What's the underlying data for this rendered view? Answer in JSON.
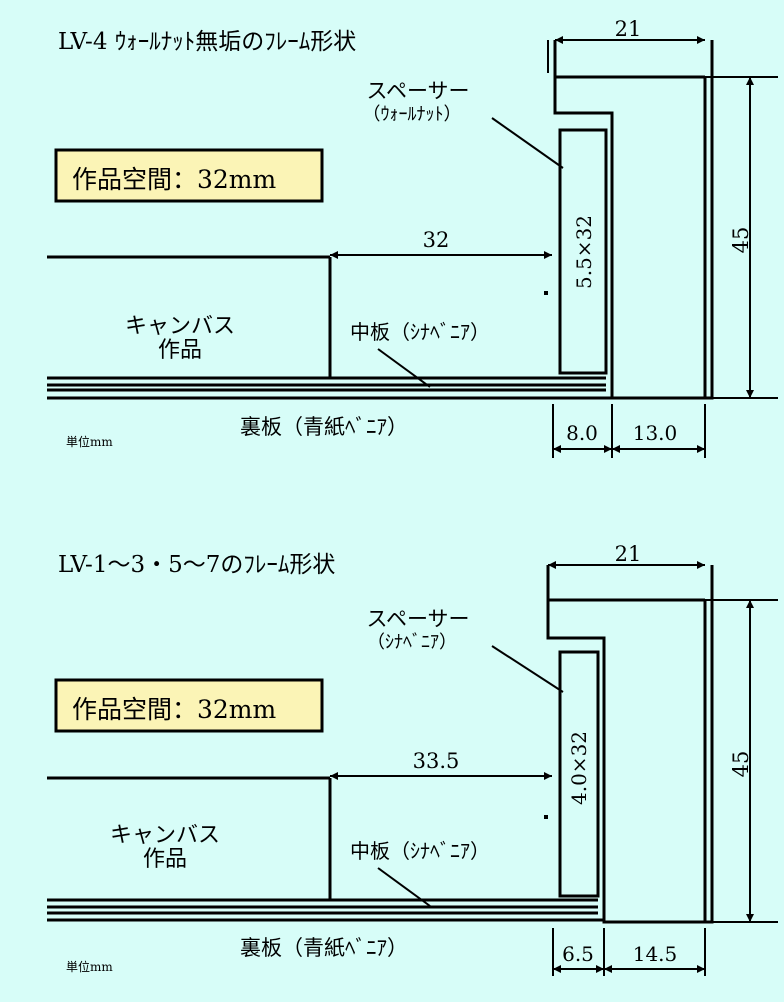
{
  "colors": {
    "background": "#d7fdf8",
    "label_box": "#fbf4b6",
    "stroke": "#000000"
  },
  "diagrams": [
    {
      "title": "LV-4 ｳｫｰﾙﾅｯﾄ無垢のﾌﾚｰﾑ形状",
      "space_label": "作品空間：32mm",
      "top_width": "21",
      "height": "45",
      "spacer_label": "スペーサー",
      "spacer_sub": "（ｳｫｰﾙﾅｯﾄ）",
      "spacer_size": "5.5×32",
      "inner_dim": "32",
      "canvas_label_1": "キャンバス",
      "canvas_label_2": "作品",
      "middle_board": "中板（ｼﾅﾍﾞﾆｱ）",
      "back_board": "裏板（青紙ﾍﾞﾆｱ）",
      "unit": "単位mm",
      "dim_left": "8.0",
      "dim_right": "13.0"
    },
    {
      "title": "LV-1～3・5～7のﾌﾚｰﾑ形状",
      "space_label": "作品空間：32mm",
      "top_width": "21",
      "height": "45",
      "spacer_label": "スペーサー",
      "spacer_sub": "（ｼﾅﾍﾞﾆｱ）",
      "spacer_size": "4.0×32",
      "inner_dim": "33.5",
      "canvas_label_1": "キャンバス",
      "canvas_label_2": "作品",
      "middle_board": "中板（ｼﾅﾍﾞﾆｱ）",
      "back_board": "裏板（青紙ﾍﾞﾆｱ）",
      "unit": "単位mm",
      "dim_left": "6.5",
      "dim_right": "14.5"
    }
  ]
}
